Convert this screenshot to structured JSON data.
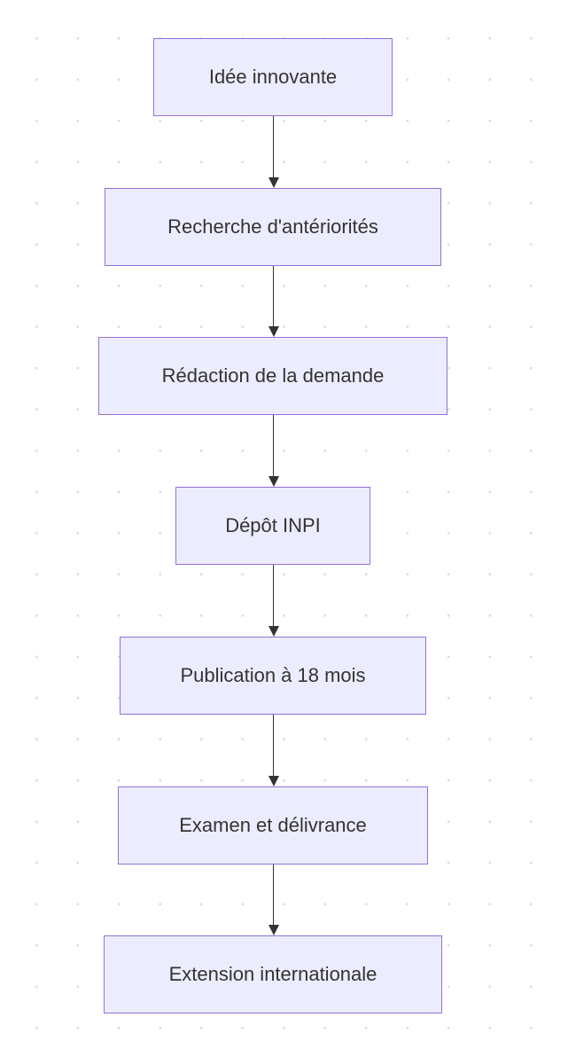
{
  "flowchart": {
    "direction": "top-down",
    "colors": {
      "node_fill": "#ececff",
      "node_border": "#9370db",
      "text": "#333333",
      "edge": "#333333"
    },
    "nodes": [
      {
        "id": "idee",
        "label": "Idée innovante"
      },
      {
        "id": "recherche",
        "label": "Recherche d'antériorités"
      },
      {
        "id": "redaction",
        "label": "Rédaction de la demande"
      },
      {
        "id": "depot",
        "label": "Dépôt INPI"
      },
      {
        "id": "publication",
        "label": "Publication à 18 mois"
      },
      {
        "id": "examen",
        "label": "Examen et délivrance"
      },
      {
        "id": "extension",
        "label": "Extension internationale"
      }
    ],
    "edges": [
      {
        "from": "idee",
        "to": "recherche"
      },
      {
        "from": "recherche",
        "to": "redaction"
      },
      {
        "from": "redaction",
        "to": "depot"
      },
      {
        "from": "depot",
        "to": "publication"
      },
      {
        "from": "publication",
        "to": "examen"
      },
      {
        "from": "examen",
        "to": "extension"
      }
    ]
  }
}
